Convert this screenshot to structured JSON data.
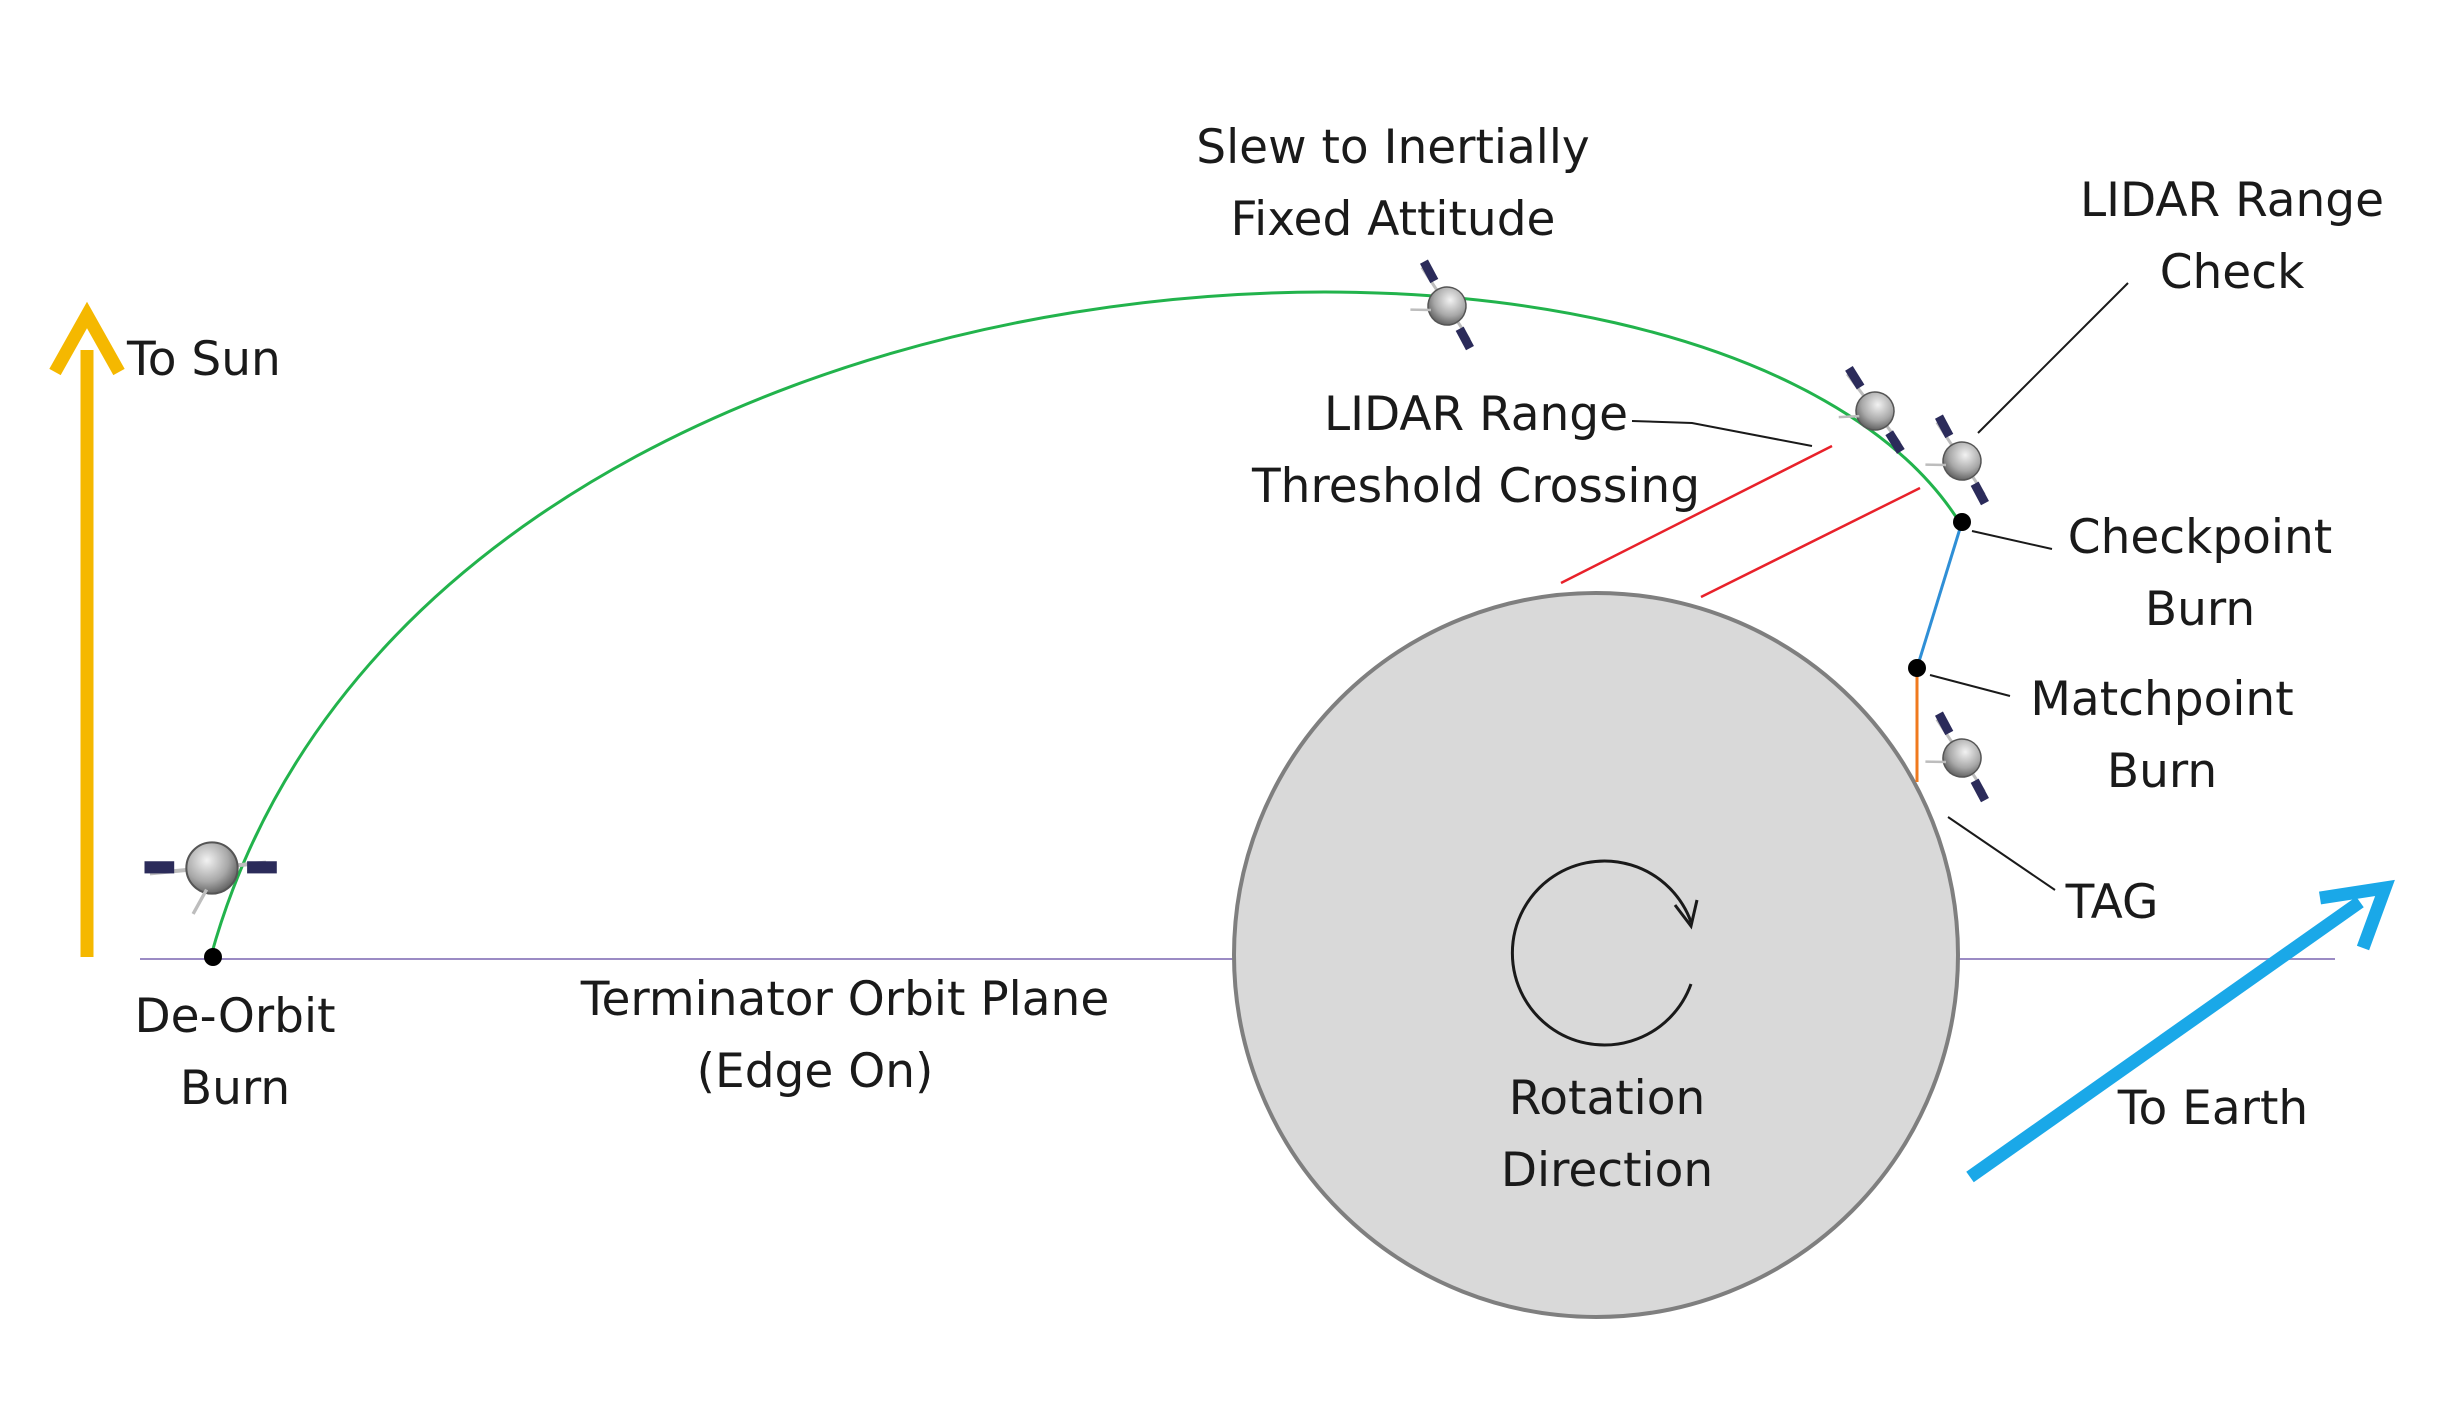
{
  "labels": {
    "to_sun": "To Sun",
    "slew_line1": "Slew to Inertially",
    "slew_line2": "Fixed Attitude",
    "lidar_check_line1": "LIDAR Range",
    "lidar_check_line2": "Check",
    "lidar_threshold_line1": "LIDAR Range",
    "lidar_threshold_line2": "Threshold Crossing",
    "checkpoint_line1": "Checkpoint",
    "checkpoint_line2": "Burn",
    "matchpoint_line1": "Matchpoint",
    "matchpoint_line2": "Burn",
    "tag": "TAG",
    "deorbit_line1": "De-Orbit",
    "deorbit_line2": "Burn",
    "plane_line1": "Terminator Orbit Plane",
    "plane_line2": "(Edge On)",
    "rotation_line1": "Rotation",
    "rotation_line2": "Direction",
    "to_earth": "To Earth"
  },
  "colors": {
    "sun_arrow": "#f5b800",
    "earth_arrow": "#1aa8e8",
    "trajectory": "#22b34c",
    "orbit_plane": "#9b8bc4",
    "lidar_beam": "#e8212a",
    "checkpoint_segment": "#2f8fd6",
    "matchpoint_segment": "#f07a1e",
    "asteroid_fill": "#d9d9d9",
    "asteroid_stroke": "#7f7f7f"
  }
}
